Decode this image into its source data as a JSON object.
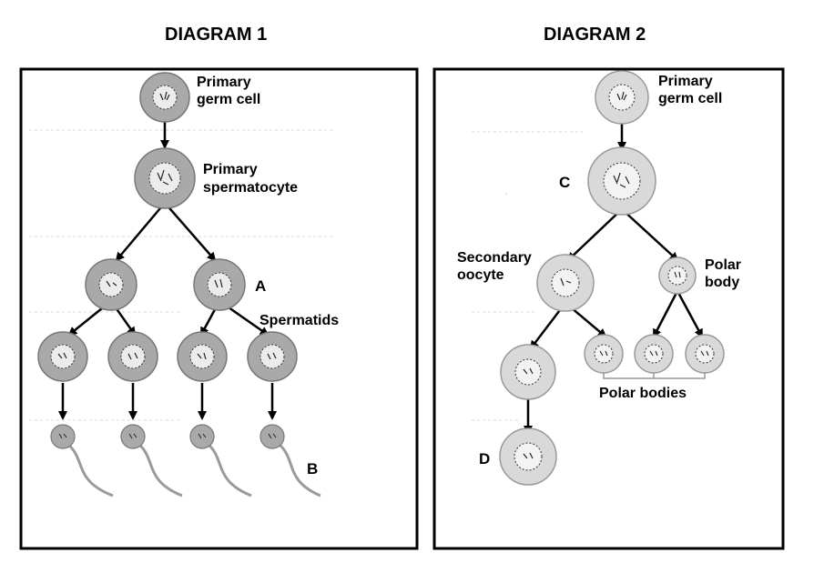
{
  "diagram1": {
    "title": "DIAGRAM 1",
    "label_primary_germ_cell_1": "Primary",
    "label_primary_germ_cell_2": "germ cell",
    "label_spermatocyte_1": "Primary",
    "label_spermatocyte_2": "spermatocyte",
    "label_a": "A",
    "label_spermatids": "Spermatids",
    "label_b": "B",
    "cell_fill": "#a9a9a9"
  },
  "diagram2": {
    "title": "DIAGRAM 2",
    "label_primary_germ_cell_1": "Primary",
    "label_primary_germ_cell_2": "germ cell",
    "label_c": "C",
    "label_secondary_oocyte_1": "Secondary",
    "label_secondary_oocyte_2": "oocyte",
    "label_polar_body_1": "Polar",
    "label_polar_body_2": "body",
    "label_polar_bodies": "Polar bodies",
    "label_d": "D",
    "cell_fill": "#d9d9d9"
  }
}
